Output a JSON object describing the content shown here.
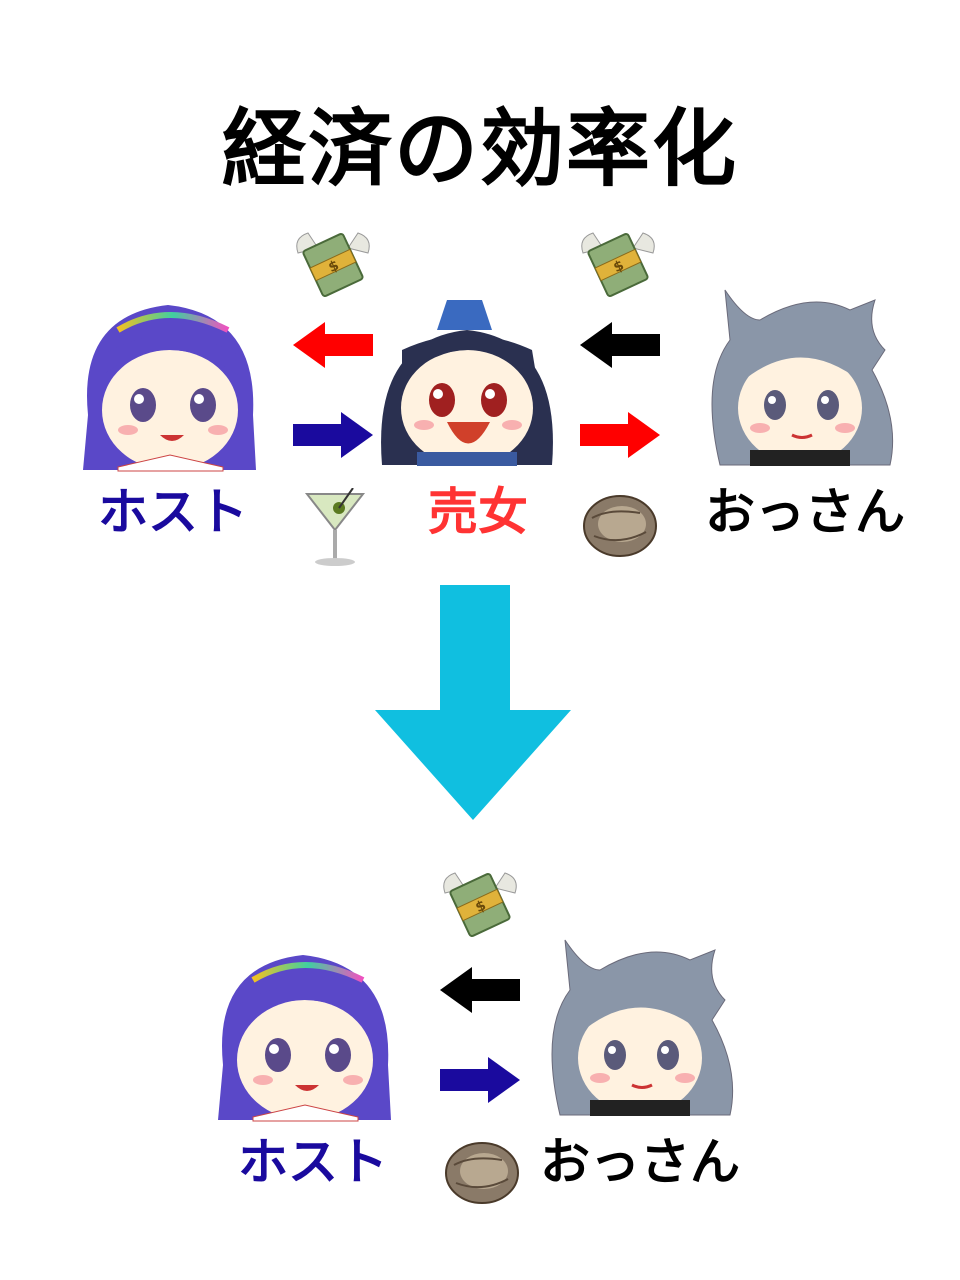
{
  "title": "経済の効率化",
  "colors": {
    "host": "#1a0a9e",
    "middle": "#ff3333",
    "man": "#000000",
    "big_arrow": "#10bfe0",
    "arrow_red": "#ff0000",
    "arrow_blue": "#1a0a9e",
    "arrow_black": "#000000"
  },
  "before": {
    "host_label": "ホスト",
    "middle_label": "売女",
    "man_label": "おっさん",
    "icons": [
      "money-with-wings",
      "cocktail-glass",
      "oyster"
    ]
  },
  "after": {
    "host_label": "ホスト",
    "man_label": "おっさん",
    "icons": [
      "money-with-wings",
      "oyster"
    ]
  }
}
